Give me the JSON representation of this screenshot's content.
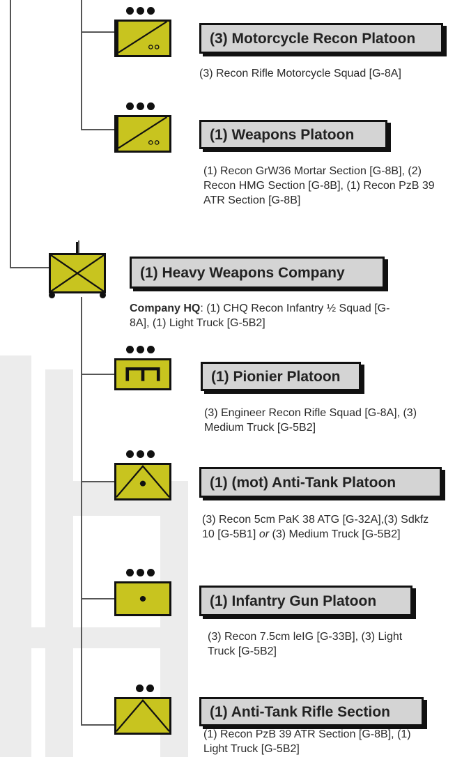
{
  "units": [
    {
      "id": "motorcycle_recon",
      "title": "(3) Motorcycle Recon Platoon",
      "description": "(3) Recon Rifle Motorcycle Squad [G-8A]",
      "icon": "motorcycle-recon-icon",
      "size_dots": 3
    },
    {
      "id": "weapons",
      "title": "(1) Weapons Platoon",
      "description": "(1) Recon GrW36 Mortar Section [G-8B], (2) Recon HMG Section [G-8B], (1) Recon PzB 39 ATR Section [G-8B]",
      "icon": "motorcycle-recon-icon",
      "size_dots": 3
    },
    {
      "id": "heavy_weapons",
      "title": "(1) Heavy Weapons Company",
      "description_label": "Company HQ",
      "description": ": (1) CHQ Recon Infantry ½ Squad [G-8A], (1) Light Truck [G-5B2]",
      "icon": "motorized-infantry-icon",
      "size_tick": 1
    },
    {
      "id": "pionier",
      "title": "(1) Pionier Platoon",
      "description": "(3) Engineer Recon Rifle Squad [G-8A], (3) Medium Truck [G-5B2]",
      "icon": "engineer-icon",
      "size_dots": 3
    },
    {
      "id": "antitank",
      "title": "(1) (mot) Anti-Tank Platoon",
      "description_main": "(3) Recon 5cm PaK 38 ATG [G-32A],(3) Sdkfz 10 [G-5B1]",
      "description_or": "or",
      "description_tail": "(3) Medium Truck [G-5B2]",
      "icon": "anti-tank-icon",
      "size_dots": 3
    },
    {
      "id": "infantry_gun",
      "title": "(1) Infantry Gun Platoon",
      "description": "(3) Recon 7.5cm leIG [G-33B], (3) Light Truck [G-5B2]",
      "icon": "infantry-gun-icon",
      "size_dots": 3
    },
    {
      "id": "at_rifle",
      "title": "(1) Anti-Tank Rifle Section",
      "description": "(1) Recon PzB 39 ATR Section [G-8B], (1) Light Truck [G-5B2]",
      "icon": "anti-tank-icon",
      "size_dots": 2
    }
  ],
  "colors": {
    "symbol_fill": "#c8c41f",
    "title_box_fill": "#d4d4d4",
    "outline": "#111111",
    "connector": "#555555"
  }
}
